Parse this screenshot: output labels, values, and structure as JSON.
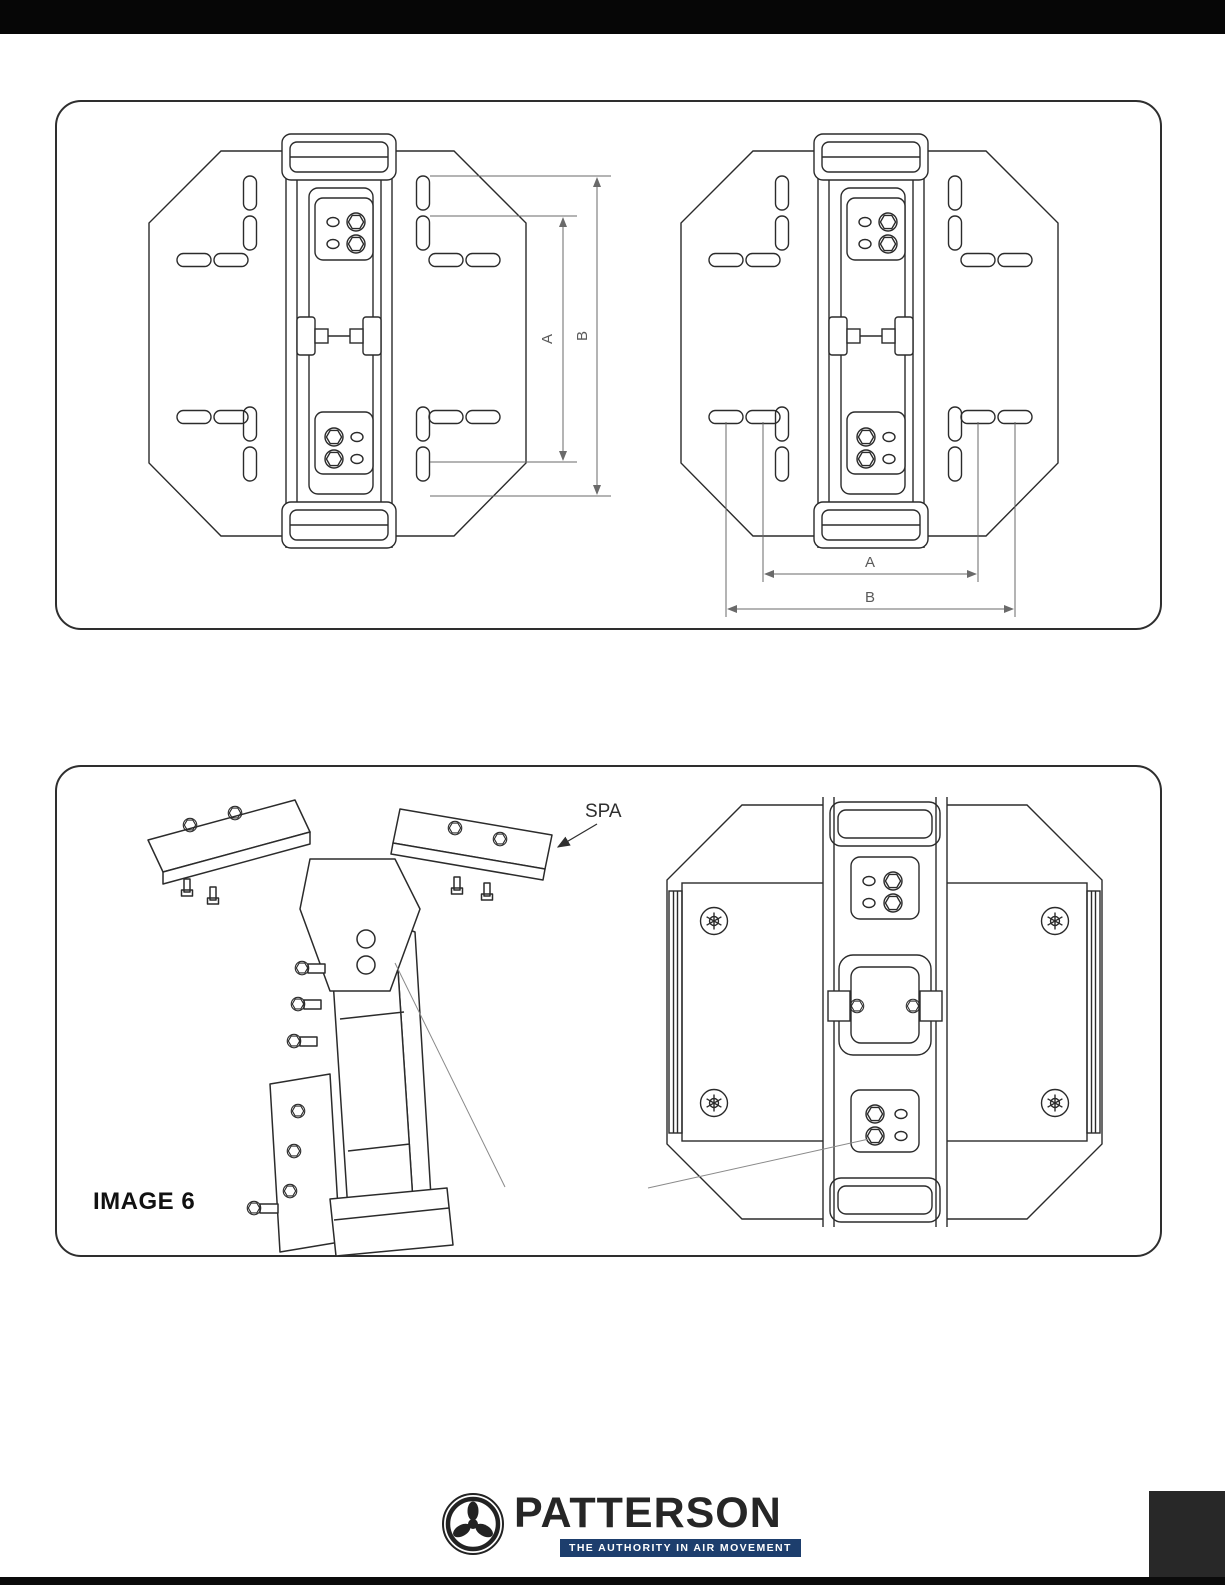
{
  "page": {
    "background": "#ffffff",
    "top_bar_color": "#060606",
    "bottom_strip_color": "#0b0b0b",
    "corner_block_color": "#282828",
    "drawing_line_color": "#2b2b2b",
    "dimension_line_color": "#6a6a6a"
  },
  "top_panel": {
    "left_drawing": {
      "dim_a": "A",
      "dim_b": "B"
    },
    "right_drawing": {
      "dim_a": "A",
      "dim_b": "B"
    }
  },
  "bottom_panel": {
    "spa_label": "SPA",
    "caption": "IMAGE 6"
  },
  "footer": {
    "brand": "PATTERSON",
    "tagline": "THE AUTHORITY IN AIR MOVEMENT",
    "navy": "#1d3e6d"
  }
}
